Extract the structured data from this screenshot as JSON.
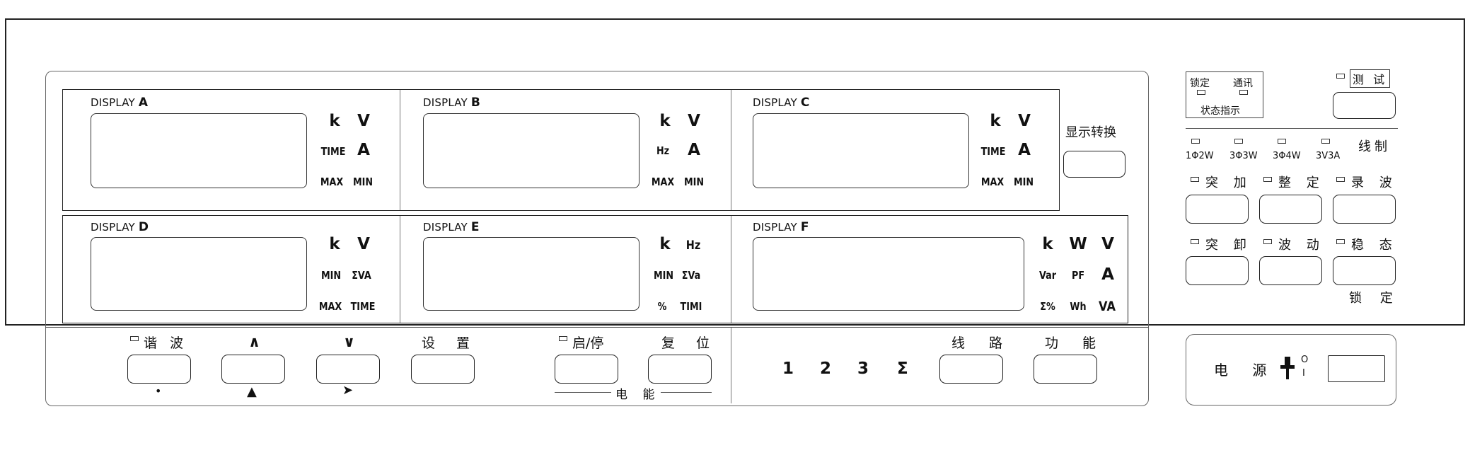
{
  "displays": {
    "a": {
      "prefix": "DISPLAY",
      "letter": "A",
      "u1": "k",
      "u2": "V",
      "u3": "TIME",
      "u4": "A",
      "u5": "MAX",
      "u6": "MIN"
    },
    "b": {
      "prefix": "DISPLAY",
      "letter": "B",
      "u1": "k",
      "u2": "V",
      "u3": "Hz",
      "u4": "A",
      "u5": "MAX",
      "u6": "MIN"
    },
    "c": {
      "prefix": "DISPLAY",
      "letter": "C",
      "u1": "k",
      "u2": "V",
      "u3": "TIME",
      "u4": "A",
      "u5": "MAX",
      "u6": "MIN"
    },
    "d": {
      "prefix": "DISPLAY",
      "letter": "D",
      "u1": "k",
      "u2": "V",
      "u3": "MIN",
      "u4": "ΣVA",
      "u5": "MAX",
      "u6": "TIME"
    },
    "e": {
      "prefix": "DISPLAY",
      "letter": "E",
      "u1": "k",
      "u2": "Hz",
      "u3": "MIN",
      "u4": "ΣVa",
      "u5": "%",
      "u6": "TIMI"
    },
    "f": {
      "prefix": "DISPLAY",
      "letter": "F",
      "u1": "k",
      "u2": "W",
      "u3": "V",
      "u4": "Var",
      "u5": "PF",
      "u6": "A",
      "u7": "Σ%",
      "u8": "Wh",
      "u9": "VA"
    }
  },
  "display_switch_label": "显示转换",
  "bottom": {
    "harmonic": "谐 波",
    "up_arrow": "∧",
    "down_arrow": "∨",
    "dot_mark": "•",
    "up_mark": "▲",
    "right_mark": "➤",
    "settings": "设 置",
    "start_stop": "启/停",
    "reset": "复 位",
    "energy": "电 能",
    "n1": "1",
    "n2": "2",
    "n3": "3",
    "nsum": "Σ",
    "line": "线 路",
    "function": "功 能"
  },
  "right": {
    "lock": "锁定",
    "comm": "通讯",
    "status": "状态指示",
    "test": "测 试",
    "wiring": "线制",
    "w1": "1Φ2W",
    "w2": "3Φ3W",
    "w3": "3Φ4W",
    "w4": "3V3A",
    "surge_add": "突 加",
    "steady_set": "整 定",
    "record": "录 波",
    "surge_drop": "突 卸",
    "fluct": "波 动",
    "stable": "稳 态",
    "lock2": "锁 定",
    "power": "电 源",
    "switch_on": "O",
    "switch_off": "I"
  }
}
